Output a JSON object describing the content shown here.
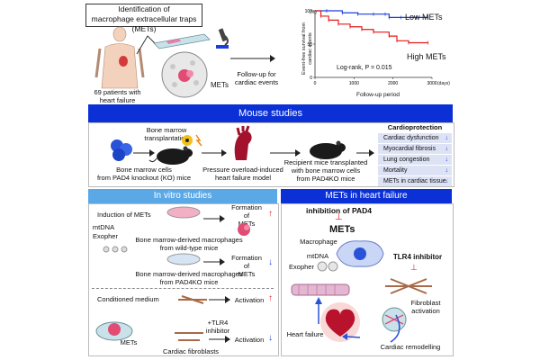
{
  "top": {
    "identification_title": "Identification of\nmacrophage extracellular traps (METs)",
    "patients_label": "69 patients with\nheart failure",
    "mets_label": "METs",
    "followup_label": "Follow-up for\ncardiac events"
  },
  "chart_data": {
    "type": "line",
    "title": "",
    "ylabel": "Event-free survival from\ncardiac events",
    "xlabel": "Follow-up period",
    "y_unit": "(%)",
    "x_unit": "(days)",
    "x_ticks": [
      0,
      1000,
      2000,
      3000
    ],
    "y_ticks": [
      0,
      50,
      100
    ],
    "xlim": [
      0,
      3000
    ],
    "ylim": [
      0,
      100
    ],
    "series": [
      {
        "name": "Low METs",
        "color": "#1a3ee0",
        "x": [
          0,
          300,
          700,
          1100,
          1500,
          1800,
          1900,
          2200,
          2600,
          2900
        ],
        "y": [
          100,
          100,
          97,
          95,
          95,
          95,
          90,
          90,
          90,
          90
        ]
      },
      {
        "name": "High METs",
        "color": "#e31b1b",
        "x": [
          0,
          150,
          350,
          600,
          900,
          1200,
          1500,
          1900,
          2100,
          2400,
          2900
        ],
        "y": [
          100,
          92,
          86,
          80,
          76,
          72,
          68,
          62,
          55,
          52,
          52
        ]
      }
    ],
    "annotation": "Log-rank, P = 0.015"
  },
  "mouse": {
    "band": "Mouse studies",
    "bone_marrow_transplant": "Bone marrow\ntransplantation",
    "bm_cells": "Bone marrow cells\nfrom PAD4 knockout (KO) mice",
    "pressure_overload": "Pressure overload-induced\nheart failure model",
    "recipient": "Recipient mice transplanted\nwith bone marrow cells\nfrom PAD4KO mice",
    "cardioprotection_title": "Cardioprotection",
    "cardioprotection_items": [
      "Cardiac dysfunction",
      "Myocardial fibrosis",
      "Lung congestion",
      "Mortality",
      "METs in cardiac tissue"
    ]
  },
  "invitro": {
    "band": "In vitro studies",
    "induction": "Induction of METs",
    "mtdna": "mtDNA",
    "exopher": "Exopher",
    "formation": "Formation of\nMETs",
    "bmdm_wt": "Bone marrow-derived macrophages\nfrom wild-type mice",
    "bmdm_ko": "Bone marrow-derived macrophages\nfrom PAD4KO mice",
    "conditioned": "Conditioned medium",
    "activation": "Activation",
    "tlr4": "+TLR4\ninhibitor",
    "mets": "METs",
    "fibroblasts": "Cardiac fibroblasts"
  },
  "failure": {
    "band": "METs in heart failure",
    "inhibition": "inhibition of PAD4",
    "mets_big": "METs",
    "macrophage": "Macrophage",
    "mtdna": "mtDNA",
    "exopher": "Exopher",
    "tlr4_inhibitor": "TLR4 inhibitor",
    "fibroblast_activation": "Fibroblast\nactivation",
    "heart_failure": "Heart failure",
    "remodelling": "Cardiac remodelling"
  },
  "colors": {
    "band": "#0b31d6",
    "red": "#e31b1b",
    "blue": "#1a3ee0",
    "card": "#dde3f4"
  }
}
